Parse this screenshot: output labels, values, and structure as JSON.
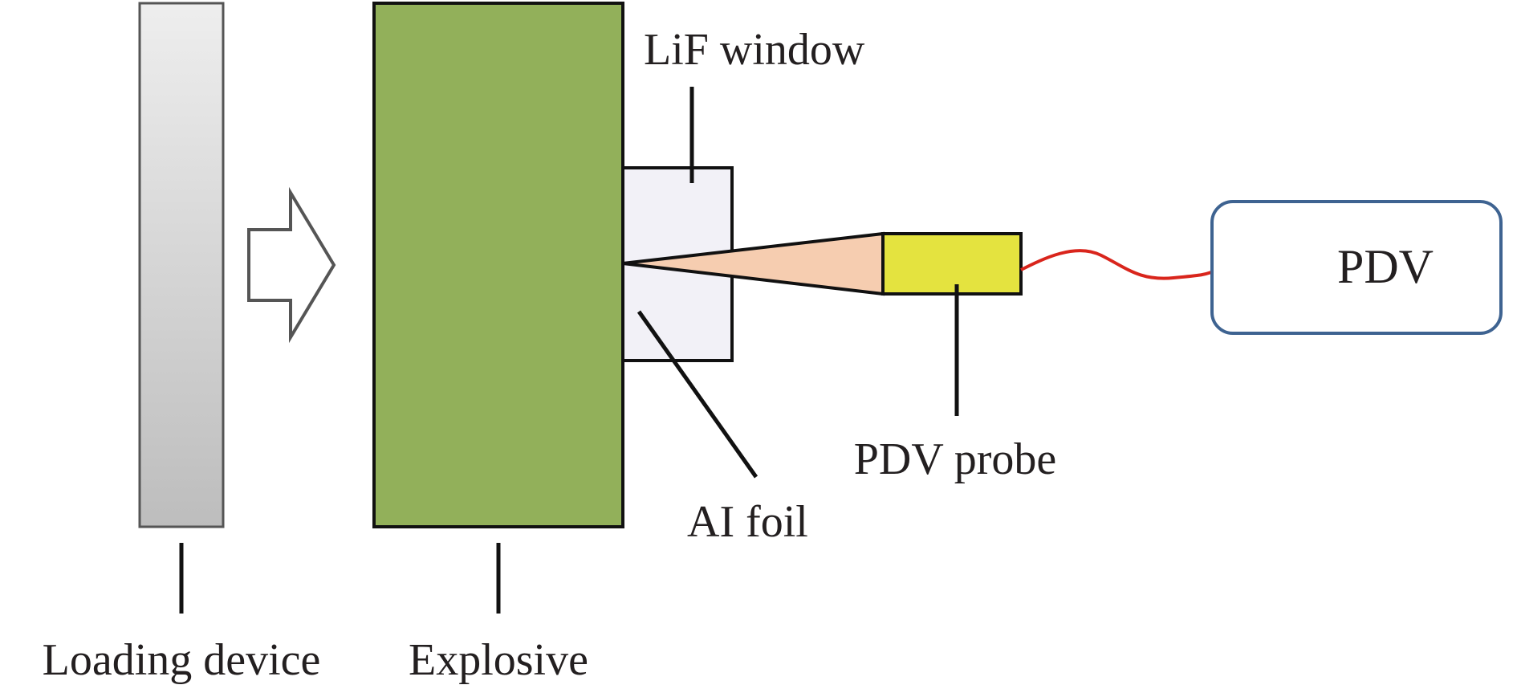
{
  "labels": {
    "loading_device": "Loading device",
    "explosive": "Explosive",
    "lif_window": "LiF window",
    "al_foil": "AI foil",
    "pdv_probe": "PDV probe",
    "pdv": "PDV"
  },
  "colors": {
    "explosive_fill": "#92b05a",
    "loading_device_light": "#eeeeee",
    "loading_device_dark": "#bdbdbd",
    "window_fill": "#f2f1f7",
    "beam_fill": "#f6cdb0",
    "probe_fill": "#e4e33f",
    "fiber": "#d9251c",
    "pdv_border": "#3e6391",
    "line": "#111111"
  },
  "icons": {
    "direction_arrow": "hollow-right-arrow-icon"
  }
}
